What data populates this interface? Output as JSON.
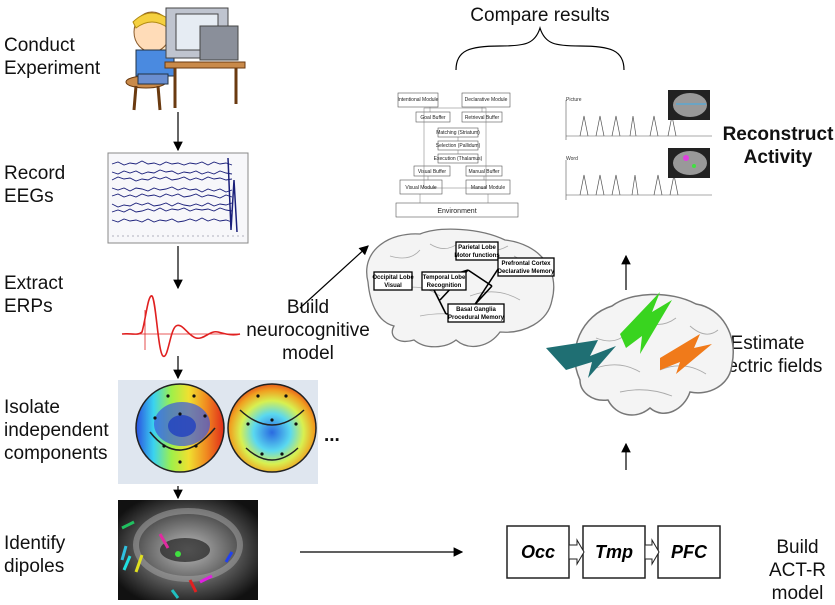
{
  "steps": {
    "conduct": "Conduct\nExperiment",
    "record": "Record\nEEGs",
    "extract": "Extract\nERPs",
    "isolate": "Isolate\nindependent\ncomponents",
    "ellipsis": "...",
    "identify": "Identify\ndipoles",
    "build_neuro": "Build\nneurocognitive\nmodel",
    "compare": "Compare results",
    "reconstruct": "Reconstruct\nActivity",
    "estimate": "Estimate\nelectric fields",
    "build_actr": "Build\nACT-R\nmodel"
  },
  "actr_boxes": [
    "Occ",
    "Tmp",
    "PFC"
  ],
  "actr_diagram": {
    "intentional": "Intentional Module",
    "declarative": "Declarative Module",
    "goal_buffer": "Goal Buffer",
    "retrieval_buffer": "Retrieval Buffer",
    "matching": "Matching (Striatum)",
    "selection": "Selection (Pallidum)",
    "execution": "Execution (Thalamus)",
    "visual_buffer": "Visual Buffer",
    "manual_buffer": "Manual Buffer",
    "visual_module": "Visual Module",
    "manual_module": "Manual Module",
    "environment": "Environment"
  },
  "brain_regions": {
    "parietal": "Parietal Lobe\nMotor functions",
    "occipital": "Occipital Lobe\nVisual",
    "temporal": "Temporal Lobe\nRecognition",
    "prefrontal": "Prefrontal Cortex\nDeclarative Memory",
    "basal": "Basal Ganglia\nProcedural Memory"
  },
  "plot_labels": {
    "picture": "Picture",
    "word": "Word"
  },
  "colors": {
    "teal": "#1f6f73",
    "green": "#39d41f",
    "orange": "#f07a1a",
    "eeg": "#1a1f7a",
    "erp": "#e02020"
  }
}
